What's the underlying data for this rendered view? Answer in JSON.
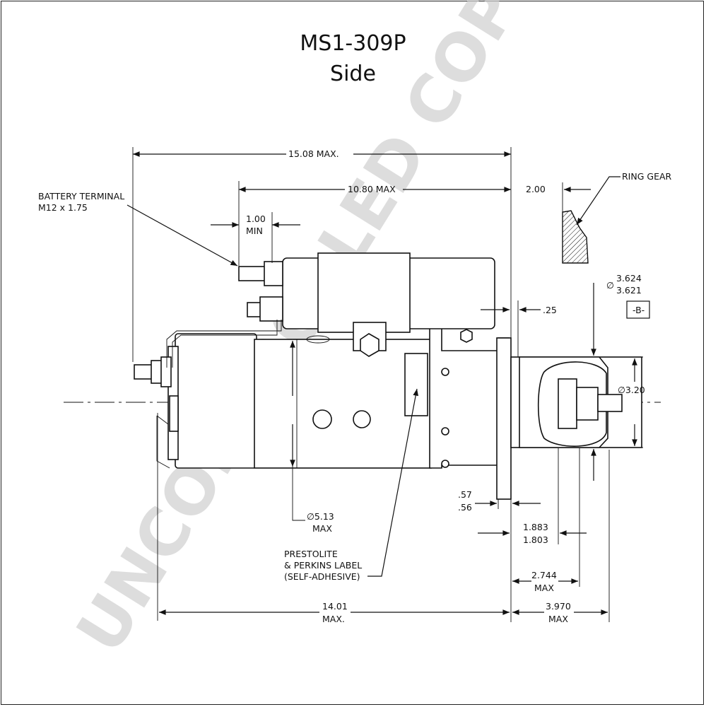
{
  "title": "MS1-309P",
  "subtitle": "Side",
  "watermark": "UNCONTROLLED COPY",
  "labels": {
    "battery_terminal_1": "BATTERY TERMINAL",
    "battery_terminal_2": "M12 x 1.75",
    "ring_gear": "RING GEAR",
    "label_1": "PRESTOLITE",
    "label_2": "& PERKINS LABEL",
    "label_3": "(SELF-ADHESIVE)",
    "datum": "-B-"
  },
  "dimensions": {
    "overall_length": "15.08 MAX.",
    "solenoid_length": "10.80 MAX",
    "terminal_gap_1": "1.00",
    "terminal_gap_2": "MIN",
    "flange_offset": "2.00",
    "flange_gap": ".25",
    "pilot_dia_sym": "∅",
    "pilot_dia_1": "3.624",
    "pilot_dia_2": "3.621",
    "pinion_dia": "∅3.20",
    "body_dia_1": "∅5.13",
    "body_dia_2": "MAX",
    "flange_thick_1": ".57",
    "flange_thick_2": ".56",
    "pinion_pos_1": "1.883",
    "pinion_pos_2": "1.803",
    "pinion_len_1": "2.744",
    "pinion_len_2": "MAX",
    "body_length_1": "14.01",
    "body_length_2": "MAX.",
    "nose_length_1": "3.970",
    "nose_length_2": "MAX"
  }
}
